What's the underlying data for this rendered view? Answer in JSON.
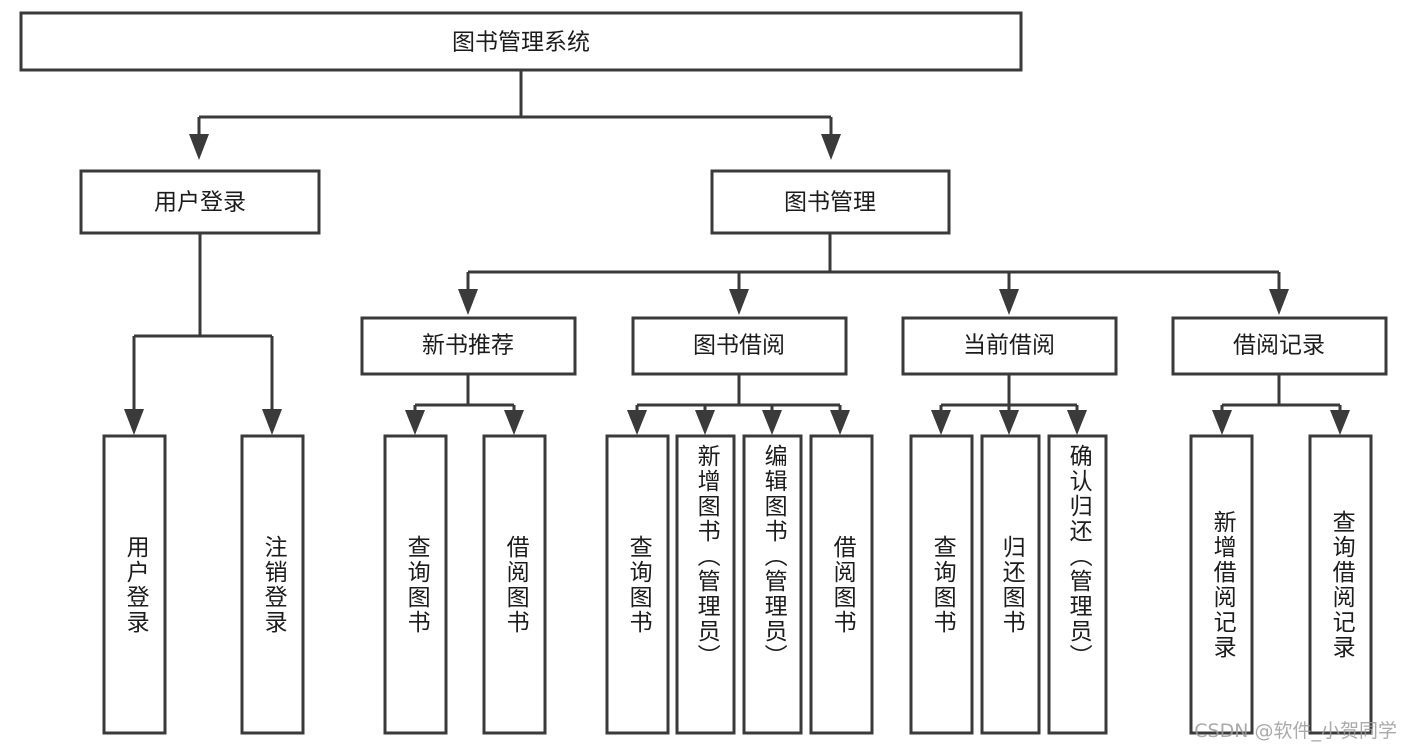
{
  "diagram": {
    "title": "图书管理系统",
    "type": "tree-hierarchy-diagram",
    "root": {
      "id": "root",
      "label": "图书管理系统",
      "orientation": "horizontal"
    },
    "level2": [
      {
        "id": "user-login",
        "label": "用户登录",
        "orientation": "horizontal"
      },
      {
        "id": "book-management",
        "label": "图书管理",
        "orientation": "horizontal"
      }
    ],
    "level3": [
      {
        "id": "new-book-recommend",
        "label": "新书推荐",
        "orientation": "horizontal",
        "parent": "book-management"
      },
      {
        "id": "book-borrow",
        "label": "图书借阅",
        "orientation": "horizontal",
        "parent": "book-management"
      },
      {
        "id": "current-borrow",
        "label": "当前借阅",
        "orientation": "horizontal",
        "parent": "book-management"
      },
      {
        "id": "borrow-record",
        "label": "借阅记录",
        "orientation": "horizontal",
        "parent": "book-management"
      }
    ],
    "leaves": [
      {
        "id": "leaf-user-login",
        "label": "用户登录",
        "parent": "user-login"
      },
      {
        "id": "leaf-logout-login",
        "label": "注销登录",
        "parent": "user-login"
      },
      {
        "id": "leaf-query-book-1",
        "label": "查询图书",
        "parent": "new-book-recommend"
      },
      {
        "id": "leaf-borrow-book-1",
        "label": "借阅图书",
        "parent": "new-book-recommend"
      },
      {
        "id": "leaf-query-book-2",
        "label": "查询图书",
        "parent": "book-borrow"
      },
      {
        "id": "leaf-add-book",
        "label": "新增图书（管理员）",
        "parent": "book-borrow"
      },
      {
        "id": "leaf-edit-book",
        "label": "编辑图书（管理员）",
        "parent": "book-borrow"
      },
      {
        "id": "leaf-borrow-book-2",
        "label": "借阅图书",
        "parent": "book-borrow"
      },
      {
        "id": "leaf-query-book-3",
        "label": "查询图书",
        "parent": "current-borrow"
      },
      {
        "id": "leaf-return-book",
        "label": "归还图书",
        "parent": "current-borrow"
      },
      {
        "id": "leaf-confirm-return",
        "label": "确认归还（管理员）",
        "parent": "current-borrow"
      },
      {
        "id": "leaf-add-record",
        "label": "新增借阅记录",
        "parent": "borrow-record"
      },
      {
        "id": "leaf-query-record",
        "label": "查询借阅记录",
        "parent": "borrow-record"
      }
    ],
    "watermark": "CSDN @软件_小贺同学",
    "colors": {
      "stroke": "#3a3a3a",
      "fill": "#ffffff",
      "text": "#1c1c1c",
      "watermark": "#9c9c9c"
    }
  }
}
